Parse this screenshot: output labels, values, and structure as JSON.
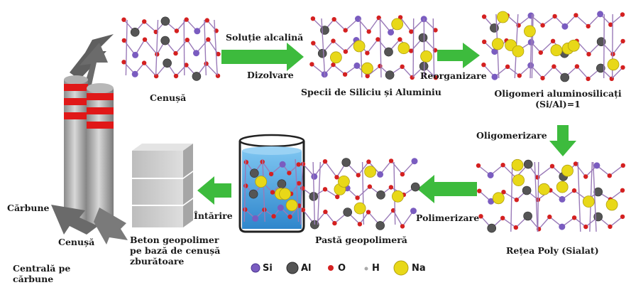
{
  "labels": {
    "solutie_alcalina": "Soluție alcalină",
    "dizolvare": "Dizolvare",
    "cenusa_top": "Cenușă",
    "specii": "Specii de Siliciu și Aluminiu",
    "reorganizare": "Reorganizare",
    "oligomeri_line1": "Oligomeri aluminosilicați",
    "oligomeri_line2": "(Si/Al)=1",
    "oligomerizare": "Oligomerizare",
    "retea": "Rețea Poly (Sialat)",
    "polimerizare": "Polimerizare",
    "pasta": "Pastă geopolimeră",
    "intarire": "Întărire",
    "beton_line1": "Beton geopolimer",
    "beton_line2": "pe bază de cenușă",
    "beton_line3": "zburătoare",
    "carbune": "Cărbune",
    "cenusa_bottom": "Cenușă",
    "centrala_line1": "Centrală pe",
    "centrala_line2": "cărbune"
  },
  "legend": [
    {
      "symbol": "Si",
      "color": "#7a5cc0"
    },
    {
      "symbol": "Al",
      "color": "#555555"
    },
    {
      "symbol": "O",
      "color": "#d42020"
    },
    {
      "symbol": "H",
      "color": "#aaaaaa"
    },
    {
      "symbol": "Na",
      "color": "#e0d010"
    }
  ],
  "colors": {
    "arrow_green": "#3dbb3d",
    "arrow_gray": "#6a6a6a",
    "stack_red": "#e01818",
    "beaker_water": "#4aa8e8",
    "block_gray": "#c8c8c8"
  }
}
